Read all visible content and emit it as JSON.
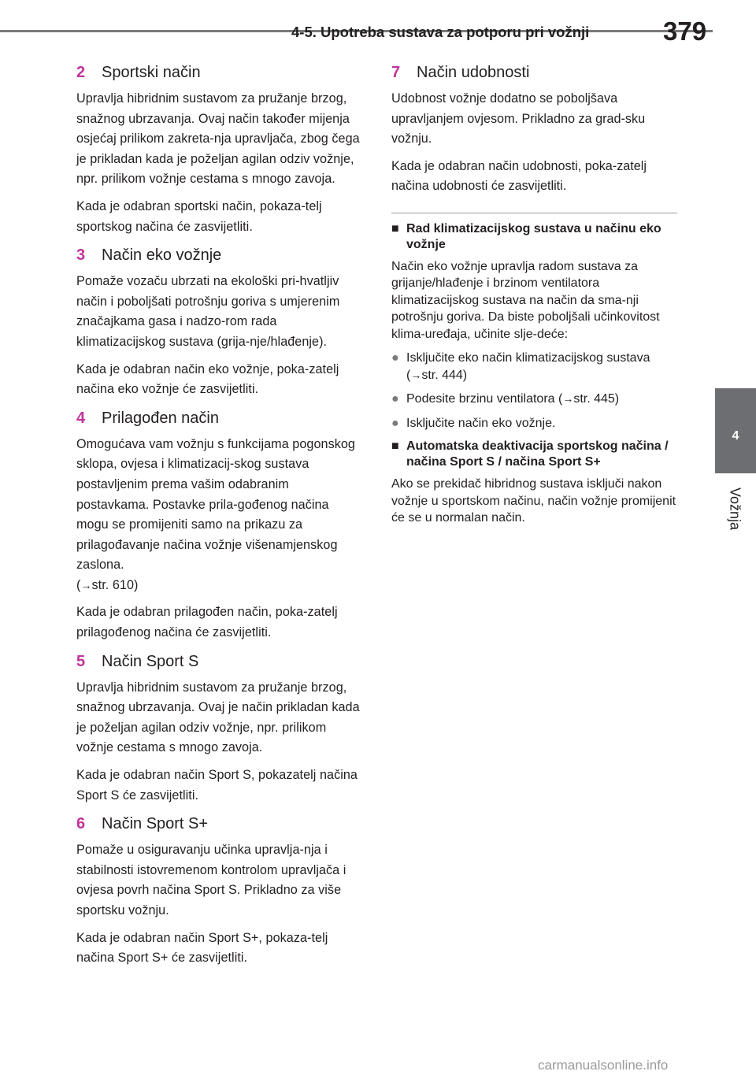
{
  "header": {
    "title": "4-5. Upotreba sustava za potporu pri vožnji",
    "page_number": "379"
  },
  "side_tab": {
    "number": "4",
    "section": "Vožnja"
  },
  "left_column": [
    {
      "num": "2",
      "title": "Sportski način",
      "paragraphs": [
        "Upravlja hibridnim sustavom za pružanje brzog, snažnog ubrzavanja. Ovaj način također mijenja osjećaj prilikom zakreta-nja upravljača, zbog čega je prikladan kada je poželjan agilan odziv vožnje, npr. prilikom vožnje cestama s mnogo zavoja.",
        "Kada je odabran sportski način, pokaza-telj sportskog načina će zasvijetliti."
      ]
    },
    {
      "num": "3",
      "title": "Način eko vožnje",
      "paragraphs": [
        "Pomaže vozaču ubrzati na ekološki pri-hvatljiv način i poboljšati potrošnju goriva s umjerenim značajkama gasa i nadzo-rom rada klimatizacijskog sustava (grija-nje/hlađenje).",
        "Kada je odabran način eko vožnje, poka-zatelj načina eko vožnje će zasvijetliti."
      ]
    },
    {
      "num": "4",
      "title": "Prilagođen način",
      "paragraphs": [
        "Omogućava vam vožnju s funkcijama pogonskog sklopa, ovjesa i klimatizacij-skog sustava postavljenim prema vašim odabranim postavkama. Postavke prila-gođenog načina mogu se promijeniti samo na prikazu za prilagođavanje načina vožnje višenamjenskog zaslona.",
        "Kada je odabran prilagođen način, poka-zatelj prilagođenog načina će zasvijetliti."
      ],
      "ref_before": "(",
      "ref_arrow": "→",
      "ref_text": "str. 610)"
    },
    {
      "num": "5",
      "title": "Način Sport S",
      "paragraphs": [
        "Upravlja hibridnim sustavom za pružanje brzog, snažnog ubrzavanja. Ovaj je način prikladan kada je poželjan agilan odziv vožnje, npr. prilikom vožnje cestama s mnogo zavoja.",
        "Kada je odabran način Sport S, pokazatelj načina Sport S će zasvijetliti."
      ]
    },
    {
      "num": "6",
      "title": "Način Sport S+",
      "paragraphs": [
        "Pomaže u osiguravanju učinka upravlja-nja i stabilnosti istovremenom kontrolom upravljača i ovjesa povrh načina Sport S. Prikladno za više sportsku vožnju.",
        "Kada je odabran način Sport S+, pokaza-telj načina Sport S+ će zasvijetliti."
      ]
    }
  ],
  "right_column": {
    "section7": {
      "num": "7",
      "title": "Način udobnosti",
      "paragraphs": [
        "Udobnost vožnje dodatno se poboljšava upravljanjem ovjesom. Prikladno za grad-sku vožnju.",
        "Kada je odabran način udobnosti, poka-zatelj načina udobnosti će zasvijetliti."
      ]
    },
    "climate": {
      "marker": "■",
      "title": "Rad klimatizacijskog sustava u načinu eko vožnje",
      "text": "Način eko vožnje upravlja radom sustava za grijanje/hlađenje i brzinom ventilatora klimatizacijskog sustava na način da sma-nji potrošnju goriva. Da biste poboljšali učinkovitost klima-uređaja, učinite slje-deće:",
      "bullet_marker": "●",
      "arrow": "→",
      "bullet1_before": "Isključite eko način klimatizacijskog sustava (",
      "bullet1_ref": "str. 444)",
      "bullet2_before": "Podesite brzinu ventilatora (",
      "bullet2_ref": "str. 445)",
      "bullet3": "Isključite način eko vožnje."
    },
    "auto": {
      "marker": "■",
      "title": "Automatska deaktivacija sportskog načina / načina Sport S / načina Sport S+",
      "text": "Ako se prekidač hibridnog sustava isključi nakon vožnje u sportskom načinu, način vožnje promijenit će se u normalan način."
    }
  },
  "watermark": "carmanualsonline.info"
}
